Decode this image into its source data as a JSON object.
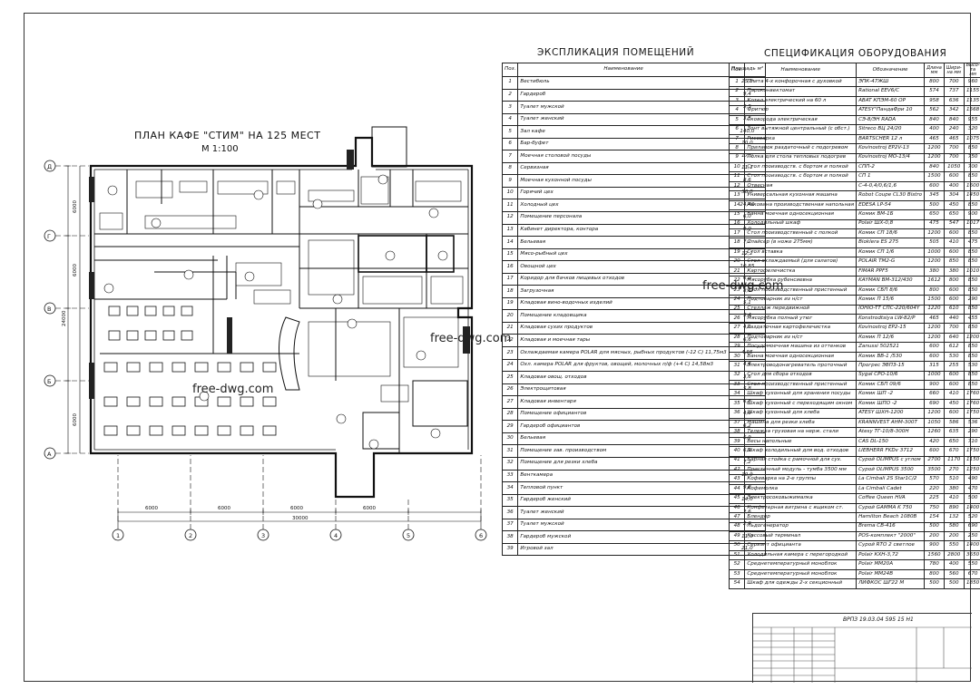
{
  "plan": {
    "title": "ПЛАН КАФЕ \"СТИМ\" НА 125 МЕСТ",
    "scale": "М 1:100",
    "axis_letters": [
      "Д",
      "Г",
      "В",
      "Б",
      "А"
    ],
    "axis_numbers": [
      "1",
      "2",
      "3",
      "4",
      "5",
      "6"
    ],
    "dim_side_1": "6000",
    "dim_side_2": "6000",
    "dim_side_3": "6000",
    "dim_side_4": "24000",
    "dim_bottom_1": "6000",
    "dim_bottom_2": "6000",
    "dim_bottom_3": "6000",
    "dim_bottom_4": "6000",
    "dim_bottom_total": "30000"
  },
  "watermarks": [
    "free-dwg.com",
    "free-dwg.com",
    "free-dwg.com"
  ],
  "explication": {
    "title": "ЭКСПЛИКАЦИЯ ПОМЕЩЕНИЙ",
    "headers": [
      "Поз.",
      "Наименование",
      "Площадь м²"
    ],
    "rows": [
      [
        "1",
        "Вестибюль",
        "25,8"
      ],
      [
        "2",
        "Гардероб",
        "9,4"
      ],
      [
        "3",
        "Туалет мужской",
        "3,5"
      ],
      [
        "4",
        "Туалет женский",
        "3,5"
      ],
      [
        "5",
        "Зал кафе",
        "140,0"
      ],
      [
        "6",
        "Бар-буфет",
        "10,0"
      ],
      [
        "7",
        "Моечная столовой посуды",
        "17,0"
      ],
      [
        "8",
        "Сервизная",
        "11,1"
      ],
      [
        "9",
        "Моечная кухонной посуды",
        "8,6"
      ],
      [
        "10",
        "Горячий цех",
        "30,0"
      ],
      [
        "11",
        "Холодный цех",
        "24,40"
      ],
      [
        "12",
        "Помещение персонала",
        "6,0"
      ],
      [
        "13",
        "Кабинет директора, контора",
        "9,0"
      ],
      [
        "14",
        "Бельевая",
        "7,2"
      ],
      [
        "15",
        "Мясо-рыбный цех",
        "12,2"
      ],
      [
        "16",
        "Овощной цех",
        "10,85"
      ],
      [
        "17",
        "Коридор для бачков пищевых отходов",
        "6,1"
      ],
      [
        "18",
        "Загрузочная",
        "8,6"
      ],
      [
        "19",
        "Кладовая вино-водочных изделий",
        "5,1"
      ],
      [
        "20",
        "Помещение кладовщика",
        "3,4"
      ],
      [
        "21",
        "Кладовая сухих продуктов",
        "4,1"
      ],
      [
        "22",
        "Кладовая и моечная тары",
        "6,6"
      ],
      [
        "23",
        "Охлаждаемая камера POLAR для мясных, рыбных продуктов (-12 С) 11,75м3",
        "4,95"
      ],
      [
        "24",
        "Охл. камера POLAR для фруктов, овощей, молочных п/ф (+4 С) 14,58м3",
        "4,6"
      ],
      [
        "25",
        "Кладовая овощ. отходов",
        "3,6"
      ],
      [
        "26",
        "Электрощитовая",
        "5,8"
      ],
      [
        "27",
        "Кладовая инвентаря",
        "6,8"
      ],
      [
        "28",
        "Помещение официантов",
        "4,0"
      ],
      [
        "29",
        "Гардероб официантов",
        "6,2"
      ],
      [
        "30",
        "Бельевая",
        "5,9"
      ],
      [
        "31",
        "Помещение зав. производством",
        "6,9"
      ],
      [
        "32",
        "Помещение для резки хлеба",
        "7,2"
      ],
      [
        "33",
        "Венткамера",
        "10,9"
      ],
      [
        "34",
        "Тепловой пункт",
        "9,8"
      ],
      [
        "35",
        "Гардероб женский",
        "14,0"
      ],
      [
        "36",
        "Туалет женский",
        "2,6"
      ],
      [
        "37",
        "Туалет мужской",
        "2,6"
      ],
      [
        "38",
        "Гардероб мужской",
        "11,0"
      ],
      [
        "39",
        "Игровой зал",
        "21,0"
      ]
    ]
  },
  "specification": {
    "title": "СПЕЦИФИКАЦИЯ ОБОРУДОВАНИЯ",
    "headers": [
      "Поз.",
      "Наименование",
      "Обозначение",
      "Длина мм",
      "Шири-на мм",
      "Высо-та мм"
    ],
    "rows": [
      [
        "1",
        "Плита 4-х конфорочная с духовкой",
        "ЭПК-47ЖШ",
        "800",
        "700",
        "960"
      ],
      [
        "2",
        "Пароконвектомат",
        "Rational EEV6/C",
        "574",
        "737",
        "1155"
      ],
      [
        "3",
        "Котел электрический на 60 л",
        "ABAT КПЭМ-60 ОР",
        "958",
        "636",
        "1135"
      ],
      [
        "4",
        "Фритюр",
        "ATESY\"ПандаФри 10",
        "562",
        "342",
        "1568"
      ],
      [
        "5",
        "Сковорода электрическая",
        "СЭ-8/ЭН RADA",
        "840",
        "840",
        "955"
      ],
      [
        "6",
        "Зонт вытяжной центральный (с обст.)",
        "Sitreco ВЦ 24/20",
        "400",
        "240",
        "320"
      ],
      [
        "7",
        "Рисоварка",
        "BARTSCHER 12 л",
        "465",
        "465",
        "1075"
      ],
      [
        "8",
        "Прилавок раздаточный с подогревом",
        "Kovinostroj EP2V-13",
        "1200",
        "700",
        "850"
      ],
      [
        "9",
        "Полка для стола тепловых подогрев",
        "Kovinostroj MO-13/4",
        "1200",
        "700",
        "750"
      ],
      [
        "10",
        "Стол производств. с бортом и полкой",
        "СПП-2",
        "840",
        "1050",
        "700"
      ],
      [
        "11",
        "Стол производств. с бортом и полкой",
        "СП 1",
        "1500",
        "600",
        "850"
      ],
      [
        "12",
        "Отвесная",
        "С-4-0,4/0,6/1,6",
        "600",
        "400",
        "1600"
      ],
      [
        "13",
        "Универсальная кухонная машина",
        "Robot Coupe CL30 Bistro",
        "345",
        "304",
        "1450"
      ],
      [
        "14",
        "Раковина производственная напольная",
        "EDESA LP-54",
        "500",
        "450",
        "850"
      ],
      [
        "15",
        "Ванна моечная односекционная",
        "Комик ВМ-1Б",
        "650",
        "650",
        "900"
      ],
      [
        "16",
        "Холодильный шкаф",
        "Polair ШХ-0,8",
        "475",
        "547",
        "1017"
      ],
      [
        "17",
        "Стол производственный с полкой",
        "Комик СП 18/6",
        "1200",
        "600",
        "850"
      ],
      [
        "18",
        "Слайсер (в ноже 275мм)",
        "Bioklera ES 275",
        "505",
        "410",
        "475"
      ],
      [
        "19",
        "Стол вставка",
        "Комик СП 1/6",
        "1000",
        "600",
        "850"
      ],
      [
        "20",
        "Стол охлаждаемый (для салатов)",
        "POLAIR TM2-G",
        "1200",
        "850",
        "850"
      ],
      [
        "21",
        "Картофелечистка",
        "FIMAR PPF5",
        "380",
        "380",
        "1010"
      ],
      [
        "22",
        "Мясорубка рубенсиевна",
        "KAYMAN ВМ-312/430",
        "1612",
        "800",
        "850"
      ],
      [
        "23",
        "Стол производственный пристенный",
        "Комик СБП 8/6",
        "800",
        "600",
        "850"
      ],
      [
        "24",
        "Подтоварник из н/ст",
        "Комик П 15/6",
        "1500",
        "600",
        "290"
      ],
      [
        "25",
        "Стеллаж передвижной",
        "IOHIO-TT СПС-220/604Y",
        "1220",
        "610",
        "850"
      ],
      [
        "26",
        "Мясорубка полный утюг",
        "Konstrodtsiya LW-82/P",
        "465",
        "440",
        "455"
      ],
      [
        "27",
        "Раздаточная картофелечистка",
        "Kovinostroj EP2-15",
        "1200",
        "700",
        "850"
      ],
      [
        "28",
        "Подтоварник из н/ст",
        "Комик П 12/6",
        "1200",
        "640",
        "1200"
      ],
      [
        "29",
        "Посудомоечная машина из оттенков",
        "Zanussi 502521",
        "600",
        "612",
        "850"
      ],
      [
        "30",
        "Ванна моечная односекционная",
        "Комик ВВ-1 /530",
        "600",
        "530",
        "850"
      ],
      [
        "31",
        "Электроводонагреватель проточный",
        "Прогрес ЭВПЗ-15",
        "315",
        "255",
        "530"
      ],
      [
        "32",
        "Стол для сбора отходов",
        "Sygal СРО-10/6",
        "1000",
        "600",
        "850"
      ],
      [
        "33",
        "Стол производственный пристенный",
        "Комик СБП 09/6",
        "900",
        "600",
        "850"
      ],
      [
        "34",
        "Шкаф кухонный для хранения посуды",
        "Комик ШП -2",
        "660",
        "410",
        "1760"
      ],
      [
        "35",
        "Шкаф кухонный с переходящим окном",
        "Комик ШПО -2",
        "690",
        "450",
        "1760"
      ],
      [
        "36",
        "Шкаф кухонный для хлеба",
        "ATESY ШХН-1200",
        "1200",
        "600",
        "1750"
      ],
      [
        "37",
        "Машина для резки хлеба",
        "KRANNVEST AHM-300T",
        "1050",
        "586",
        "536"
      ],
      [
        "38",
        "Тележка грузовая на нерж. стали",
        "Atesy ТГ-10/8-300Н",
        "1260",
        "635",
        "290"
      ],
      [
        "39",
        "Весы напольные",
        "CAS DL-150",
        "420",
        "650",
        "710"
      ],
      [
        "40",
        "Шкаф холодильный для вод. отходов",
        "LIEBHERR FKDv 3712",
        "600",
        "670",
        "1750"
      ],
      [
        "41",
        "Барная стойка с рамочной для сух.",
        "Сурой OLIMPUS с углом",
        "2700",
        "1170",
        "1150"
      ],
      [
        "42",
        "Пристенный модуль - тумба 3500 мм",
        "Сурой OLIMPUS 3500",
        "3500",
        "270",
        "1250"
      ],
      [
        "43",
        "Кофеварка на 2-е группы",
        "La Cimbali 2S Star1C/2",
        "570",
        "510",
        "490"
      ],
      [
        "44",
        "Кофемолка",
        "La Cimbali Cadet",
        "220",
        "380",
        "470"
      ],
      [
        "45",
        "Электросоковыжималка",
        "Coffee Queen HVA",
        "225",
        "410",
        "500"
      ],
      [
        "46",
        "Конфетерная витрина с ящиком ст.",
        "Сурой GAMMA K 750",
        "750",
        "890",
        "1400"
      ],
      [
        "47",
        "Блендер",
        "Hamilton Beach 1080B",
        "154",
        "132",
        "520"
      ],
      [
        "48",
        "Льдогенератор",
        "Brema СВ-416",
        "500",
        "580",
        "690"
      ],
      [
        "49",
        "Кассовый терминал",
        "POS-комплект \"2000\"",
        "200",
        "200",
        "250"
      ],
      [
        "50",
        "Сервант официанта",
        "Сурой RTO 2 светлое",
        "900",
        "550",
        "1400"
      ],
      [
        "51",
        "Холодильная камера с перегородкой",
        "Polair КХН-3,72",
        "1560",
        "2800",
        "3650"
      ],
      [
        "52",
        "Среднетемпературный моноблок",
        "Polair MM20A",
        "780",
        "400",
        "550"
      ],
      [
        "53",
        "Среднетемпературный моноблок",
        "Polair MM24B",
        "800",
        "560",
        "670"
      ],
      [
        "54",
        "Шкаф для одежды 2-х секционный",
        "ЛИФКОС ШГ22 М",
        "500",
        "500",
        "1850"
      ]
    ]
  },
  "stamp": {
    "code": "ВРПЗ 19.03.04 595 15 Н1"
  }
}
